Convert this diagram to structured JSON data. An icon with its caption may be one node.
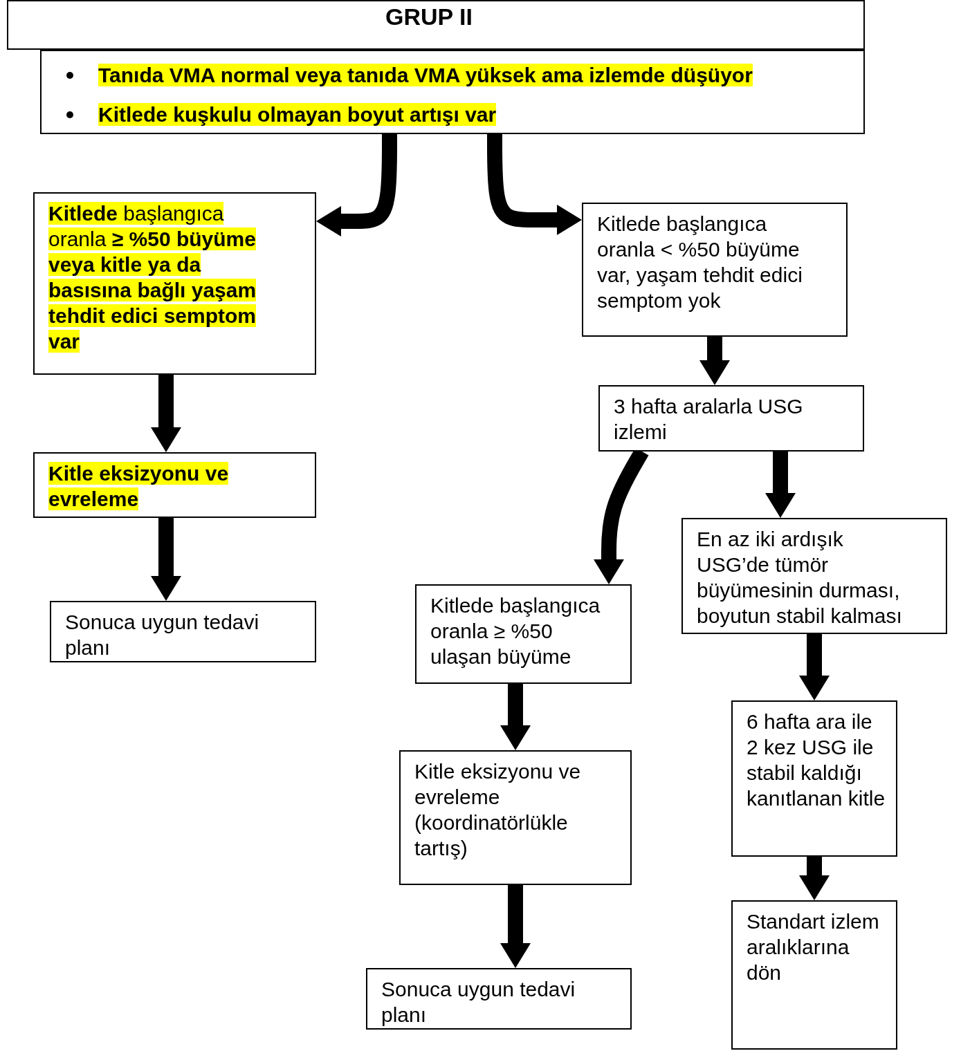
{
  "diagram": {
    "nodes": [
      {
        "text": [
          "GRUP II"
        ]
      },
      {
        "text": [
          "Tanıda VMA normal veya tanıda VMA yüksek ama izlemde düşüyor",
          "Kitlede kuşkulu olmayan boyut artışı var"
        ]
      },
      {
        "text": [
          "**Kitlede** başlangıca oranla **≥ %50  büyüme veya kitle ya da basısına bağlı yaşam tehdit edici semptom var**"
        ]
      },
      {
        "text": [
          "Kitle eksizyonu ve evreleme"
        ]
      },
      {
        "text": [
          "Sonuca uygun tedavi planı"
        ]
      },
      {
        "text": [
          "Kitlede başlangıca oranla < %50 büyüme var, yaşam tehdit edici semptom yok"
        ]
      },
      {
        "text": [
          "3 hafta aralarla USG izlemi"
        ]
      },
      {
        "text": [
          "Kitlede başlangıca oranla ≥ %50 ulaşan büyüme"
        ]
      },
      {
        "text": [
          "En az iki ardışık USG’de tümör büyümesinin durması, boyutun stabil kalması"
        ]
      },
      {
        "text": [
          "Kitle eksizyonu ve evreleme (koordinatörlükle tartış)"
        ]
      },
      {
        "text": [
          "Sonuca uygun tedavi planı"
        ]
      },
      {
        "text": [
          "6 hafta ara ile 2 kez USG ile stabil kaldığı kanıtlanan kitle"
        ]
      },
      {
        "text": [
          "Standart izlem aralıklarına dön"
        ]
      }
    ],
    "edges": [
      {
        "from": 1,
        "to": 2,
        "arrow": "to"
      },
      {
        "from": 1,
        "to": 5,
        "arrow": "to"
      },
      {
        "from": 2,
        "to": 3,
        "arrow": "to"
      },
      {
        "from": 3,
        "to": 4,
        "arrow": "to"
      },
      {
        "from": 5,
        "to": 6,
        "arrow": "to"
      },
      {
        "from": 6,
        "to": 7,
        "arrow": "to"
      },
      {
        "from": 6,
        "to": 8,
        "arrow": "to"
      },
      {
        "from": 7,
        "to": 9,
        "arrow": "to"
      },
      {
        "from": 9,
        "to": 10,
        "arrow": "to"
      },
      {
        "from": 8,
        "to": 11,
        "arrow": "to"
      },
      {
        "from": 11,
        "to": 12,
        "arrow": "to"
      }
    ]
  }
}
